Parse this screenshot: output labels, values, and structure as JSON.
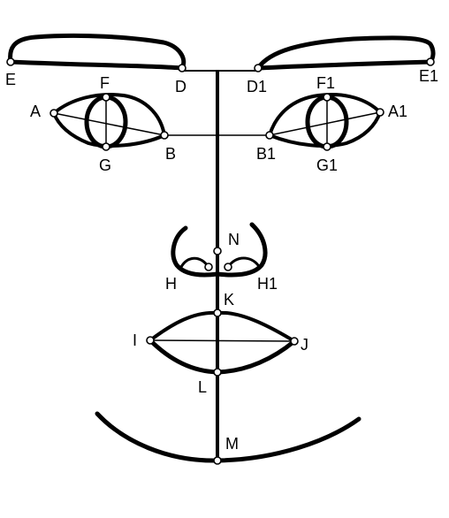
{
  "labels": {
    "E": "E",
    "D": "D",
    "D1": "D1",
    "E1": "E1",
    "F": "F",
    "F1": "F1",
    "A": "A",
    "A1": "A1",
    "B": "B",
    "B1": "B1",
    "G": "G",
    "G1": "G1",
    "N": "N",
    "H": "H",
    "H1": "H1",
    "K": "K",
    "I": "I",
    "J": "J",
    "L": "L",
    "M": "M"
  },
  "colors": {
    "ink": "#000000",
    "point_fill": "#ffffff",
    "background": "#ffffff"
  }
}
